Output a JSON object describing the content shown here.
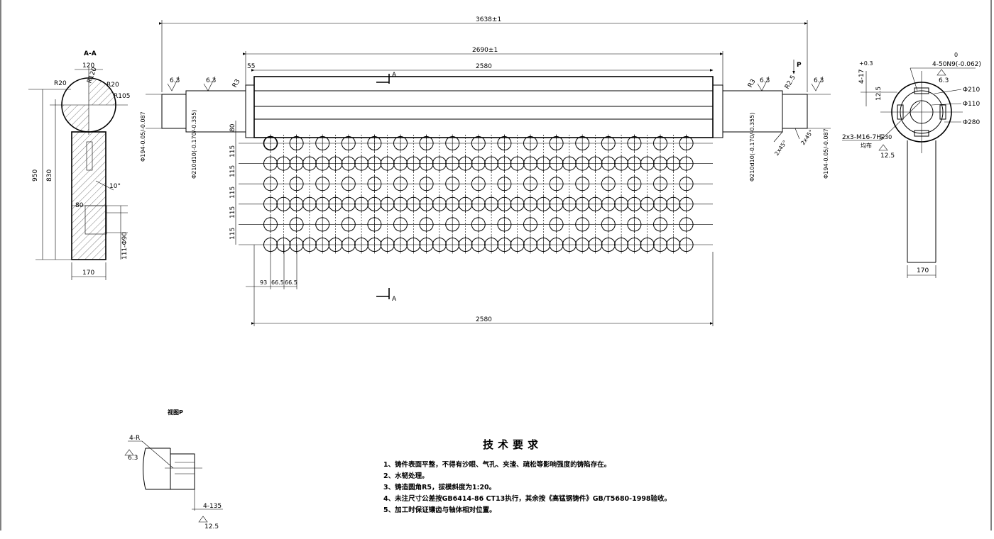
{
  "dimensions": {
    "overall_length": "3638±1",
    "body_length": "2690±1",
    "inner_length": "2580",
    "bottom_length": "2580",
    "collar": "55",
    "side_950": "950",
    "side_830": "830",
    "side_80": "80",
    "width_170_left": "170",
    "width_170_right": "170",
    "width_120": "120",
    "holes_111": "111-Φ90",
    "angle_10": "10°",
    "row_first": "80",
    "row_pitch": "115",
    "col_93": "93",
    "col_665a": "66.5",
    "col_665b": "66.5",
    "shaft_left_1": "Φ194-0.05/-0.087",
    "shaft_left_2": "Φ210d10(-0.170/-0.355)",
    "shaft_right_1": "Φ210d10(-0.170/-0.355)",
    "shaft_right_2": "Φ194-0.05/-0.087",
    "chamfer_1": "2x45°",
    "chamfer_2": "2x45°",
    "fillet_r3_left": "R3",
    "fillet_r3_right": "R3",
    "fillet_r25": "R2.5",
    "rough_63": "6.3",
    "rough_125": "12.5",
    "r20a": "R20",
    "r20b": "R20",
    "r120": "R120",
    "r105": "R105",
    "phi210": "Φ210",
    "phi110": "Φ110",
    "phi280": "Φ280",
    "keyway": "4-50N9(-0.062)",
    "keyway_top": "0",
    "slot": "4-17",
    "slot_tol": "+0.3",
    "thread": "2x3-M16-7H",
    "thread_depth": "深30",
    "thread_note": "均布",
    "detail_r": "4-R",
    "detail_135": "4-135"
  },
  "labels": {
    "section_aa": "A-A",
    "section_a_top": "A",
    "section_a_bottom": "A",
    "view_p_arrow": "P",
    "view_p_title": "视图P"
  },
  "tech": {
    "title": "技术要求",
    "items": [
      "1、铸件表面平整，不得有沙眼、气孔、夹渣、疏松等影响强度的铸陷存在。",
      "2、水韧处理。",
      "3、铸造圆角R5，拔模斜度为1:20。",
      "4、未注尺寸公差按GB6414-86 CT13执行，其余按《高锰钢铸件》GB/T5680-1998验收。",
      "5、加工时保证镶齿与轴体相对位置。"
    ]
  },
  "grid": {
    "rows": 6,
    "columns": 17
  }
}
